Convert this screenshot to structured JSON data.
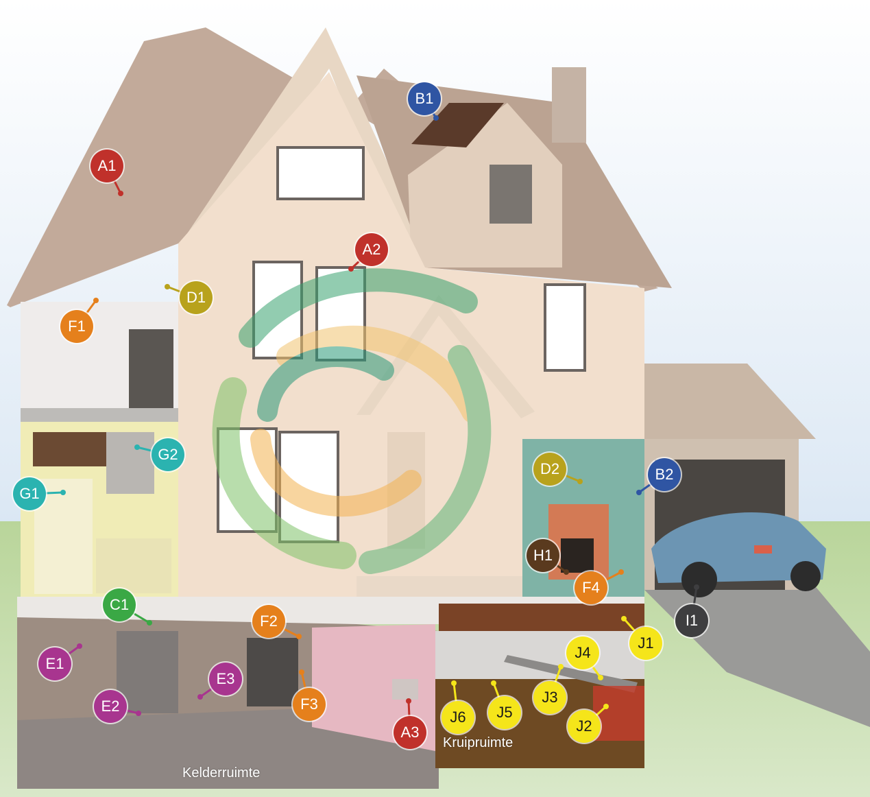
{
  "colors": {
    "A": "#c0312b",
    "B": "#2f55a3",
    "C": "#3aa845",
    "D": "#b8a21c",
    "E": "#a8358f",
    "F": "#e5801c",
    "G": "#2bb3b0",
    "H": "#5a3a1e",
    "I": "#3e3e40",
    "J": "#f5e51a"
  },
  "markers": [
    {
      "id": "A1",
      "group": "A"
    },
    {
      "id": "A2",
      "group": "A"
    },
    {
      "id": "A3",
      "group": "A"
    },
    {
      "id": "B1",
      "group": "B"
    },
    {
      "id": "B2",
      "group": "B"
    },
    {
      "id": "C1",
      "group": "C"
    },
    {
      "id": "D1",
      "group": "D"
    },
    {
      "id": "D2",
      "group": "D"
    },
    {
      "id": "E1",
      "group": "E"
    },
    {
      "id": "E2",
      "group": "E"
    },
    {
      "id": "E3",
      "group": "E"
    },
    {
      "id": "F1",
      "group": "F"
    },
    {
      "id": "F2",
      "group": "F"
    },
    {
      "id": "F3",
      "group": "F"
    },
    {
      "id": "F4",
      "group": "F"
    },
    {
      "id": "G1",
      "group": "G"
    },
    {
      "id": "G2",
      "group": "G"
    },
    {
      "id": "H1",
      "group": "H"
    },
    {
      "id": "I1",
      "group": "I"
    },
    {
      "id": "J1",
      "group": "J"
    },
    {
      "id": "J2",
      "group": "J"
    },
    {
      "id": "J3",
      "group": "J"
    },
    {
      "id": "J4",
      "group": "J"
    },
    {
      "id": "J5",
      "group": "J"
    },
    {
      "id": "J6",
      "group": "J"
    }
  ],
  "areas": {
    "basement": "Kelderruimte",
    "crawlspace": "Kruipruimte"
  }
}
